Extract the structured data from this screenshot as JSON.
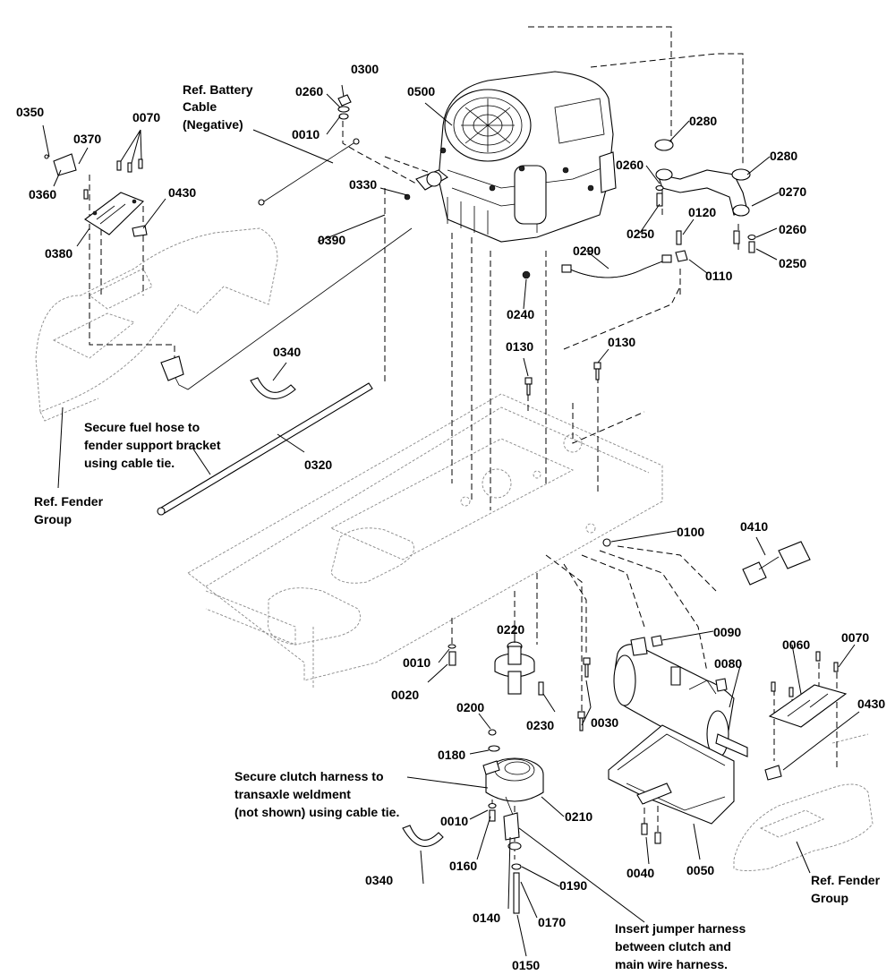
{
  "callouts": [
    {
      "id": "c0010a",
      "text": "0010"
    },
    {
      "id": "c0010b",
      "text": "0010"
    },
    {
      "id": "c0010c",
      "text": "0010"
    },
    {
      "id": "c0020",
      "text": "0020"
    },
    {
      "id": "c0030",
      "text": "0030"
    },
    {
      "id": "c0040",
      "text": "0040"
    },
    {
      "id": "c0050",
      "text": "0050"
    },
    {
      "id": "c0060",
      "text": "0060"
    },
    {
      "id": "c0070a",
      "text": "0070"
    },
    {
      "id": "c0070b",
      "text": "0070"
    },
    {
      "id": "c0080",
      "text": "0080"
    },
    {
      "id": "c0090",
      "text": "0090"
    },
    {
      "id": "c0100",
      "text": "0100"
    },
    {
      "id": "c0110",
      "text": "0110"
    },
    {
      "id": "c0120",
      "text": "0120"
    },
    {
      "id": "c0130a",
      "text": "0130"
    },
    {
      "id": "c0130b",
      "text": "0130"
    },
    {
      "id": "c0140",
      "text": "0140"
    },
    {
      "id": "c0150",
      "text": "0150"
    },
    {
      "id": "c0160",
      "text": "0160"
    },
    {
      "id": "c0170",
      "text": "0170"
    },
    {
      "id": "c0180",
      "text": "0180"
    },
    {
      "id": "c0190",
      "text": "0190"
    },
    {
      "id": "c0200",
      "text": "0200"
    },
    {
      "id": "c0210",
      "text": "0210"
    },
    {
      "id": "c0220",
      "text": "0220"
    },
    {
      "id": "c0230",
      "text": "0230"
    },
    {
      "id": "c0240",
      "text": "0240"
    },
    {
      "id": "c0250a",
      "text": "0250"
    },
    {
      "id": "c0250b",
      "text": "0250"
    },
    {
      "id": "c0260a",
      "text": "0260"
    },
    {
      "id": "c0260b",
      "text": "0260"
    },
    {
      "id": "c0260c",
      "text": "0260"
    },
    {
      "id": "c0270",
      "text": "0270"
    },
    {
      "id": "c0280a",
      "text": "0280"
    },
    {
      "id": "c0280b",
      "text": "0280"
    },
    {
      "id": "c0290",
      "text": "0290"
    },
    {
      "id": "c0300",
      "text": "0300"
    },
    {
      "id": "c0320",
      "text": "0320"
    },
    {
      "id": "c0330",
      "text": "0330"
    },
    {
      "id": "c0340a",
      "text": "0340"
    },
    {
      "id": "c0340b",
      "text": "0340"
    },
    {
      "id": "c0350",
      "text": "0350"
    },
    {
      "id": "c0360",
      "text": "0360"
    },
    {
      "id": "c0370",
      "text": "0370"
    },
    {
      "id": "c0380",
      "text": "0380"
    },
    {
      "id": "c0390",
      "text": "0390"
    },
    {
      "id": "c0410",
      "text": "0410"
    },
    {
      "id": "c0430a",
      "text": "0430"
    },
    {
      "id": "c0430b",
      "text": "0430"
    },
    {
      "id": "c0500",
      "text": "0500"
    }
  ],
  "notes": {
    "battery_cable": [
      "Ref. Battery",
      "Cable",
      "(Negative)"
    ],
    "fuel_hose": [
      "Secure fuel hose to",
      "fender support bracket",
      "using cable tie."
    ],
    "fender_left": [
      "Ref. Fender",
      "Group"
    ],
    "fender_right": [
      "Ref. Fender",
      "Group"
    ],
    "clutch_harness": [
      "Secure clutch harness to",
      "transaxle weldment",
      "(not shown) using cable tie."
    ],
    "jumper_harness": [
      "Insert jumper harness",
      "between clutch and",
      "main wire harness."
    ]
  }
}
